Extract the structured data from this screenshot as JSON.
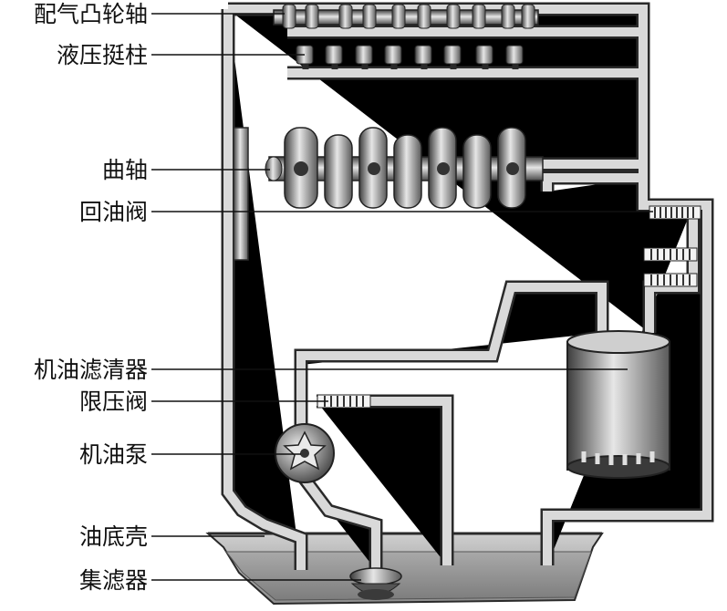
{
  "colors": {
    "background": "#ffffff",
    "text": "#111111",
    "pipe_outline": "#2a2a2a",
    "pipe_fill": "#d9d9d9",
    "component_dark": "#4a4a4a",
    "component_light": "#bdbdbd",
    "oil_pan": "#b8b8b8"
  },
  "labels": {
    "camshaft": "配气凸轮轴",
    "lifters": "液压挺柱",
    "crankshaft": "曲轴",
    "return_valve": "回油阀",
    "oil_filter": "机油滤清器",
    "pressure_limit_valve": "限压阀",
    "oil_pump": "机油泵",
    "oil_pan": "油底壳",
    "strainer": "集滤器"
  }
}
